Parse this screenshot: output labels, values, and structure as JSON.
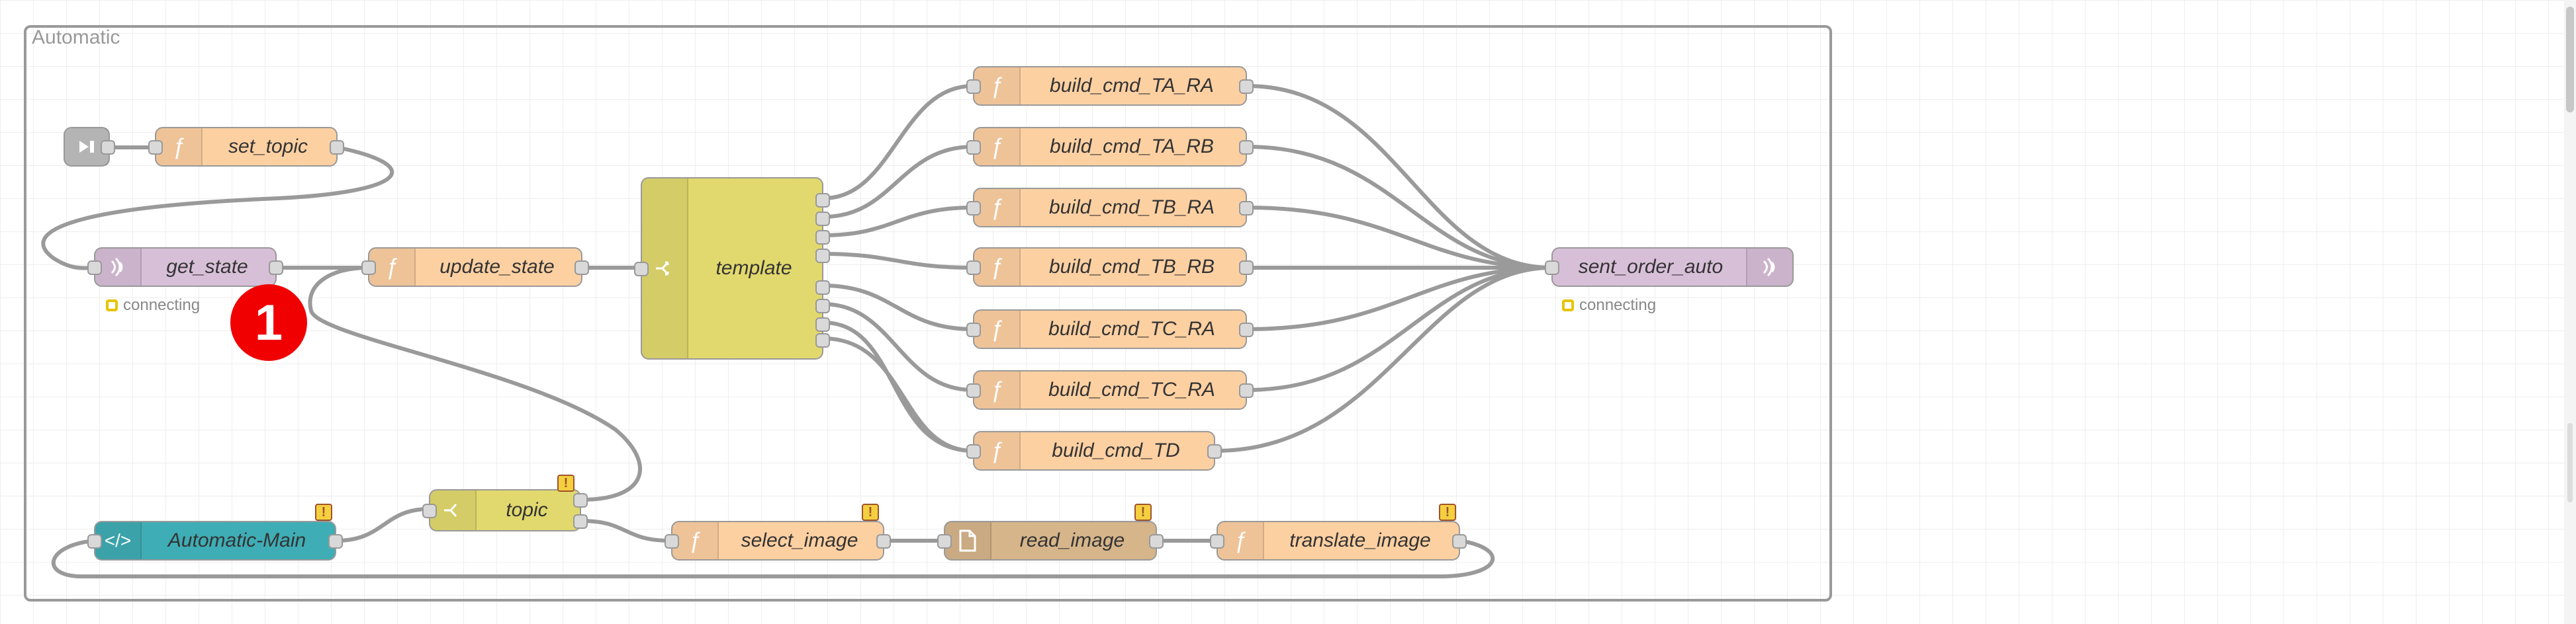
{
  "group": {
    "label": "Automatic"
  },
  "colors": {
    "function": "#fdd0a2",
    "mqtt": "#d8bfd8",
    "switch": "#e2d96e",
    "link": "#3fadb5",
    "file": "#d6b58b",
    "inject": "#c0c0c0",
    "wire": "#9a9a9a",
    "warning": "#f4d03f",
    "badge": "#f00000"
  },
  "nodes": {
    "inject": {
      "icon": "inject-icon"
    },
    "set_topic": {
      "label": "set_topic",
      "icon": "function-icon"
    },
    "get_state": {
      "label": "get_state",
      "icon": "mqtt-icon",
      "status": "connecting"
    },
    "update_state": {
      "label": "update_state",
      "icon": "function-icon"
    },
    "template": {
      "label": "template",
      "icon": "switch-icon"
    },
    "build_cmd_TA_RA": {
      "label": "build_cmd_TA_RA",
      "icon": "function-icon"
    },
    "build_cmd_TA_RB": {
      "label": "build_cmd_TA_RB",
      "icon": "function-icon"
    },
    "build_cmd_TB_RA": {
      "label": "build_cmd_TB_RA",
      "icon": "function-icon"
    },
    "build_cmd_TB_RB": {
      "label": "build_cmd_TB_RB",
      "icon": "function-icon"
    },
    "build_cmd_TC_RA_1": {
      "label": "build_cmd_TC_RA",
      "icon": "function-icon"
    },
    "build_cmd_TC_RA_2": {
      "label": "build_cmd_TC_RA",
      "icon": "function-icon"
    },
    "build_cmd_TD": {
      "label": "build_cmd_TD",
      "icon": "function-icon"
    },
    "sent_order_auto": {
      "label": "sent_order_auto",
      "icon": "mqtt-icon",
      "status": "connecting"
    },
    "automatic_main": {
      "label": "Automatic-Main",
      "icon": "code-icon",
      "warning": "!"
    },
    "topic": {
      "label": "topic",
      "icon": "switch-icon",
      "warning": "!"
    },
    "select_image": {
      "label": "select_image",
      "icon": "function-icon",
      "warning": "!"
    },
    "read_image": {
      "label": "read_image",
      "icon": "file-icon",
      "warning": "!"
    },
    "translate_image": {
      "label": "translate_image",
      "icon": "function-icon",
      "warning": "!"
    }
  },
  "badge": {
    "text": "1"
  }
}
